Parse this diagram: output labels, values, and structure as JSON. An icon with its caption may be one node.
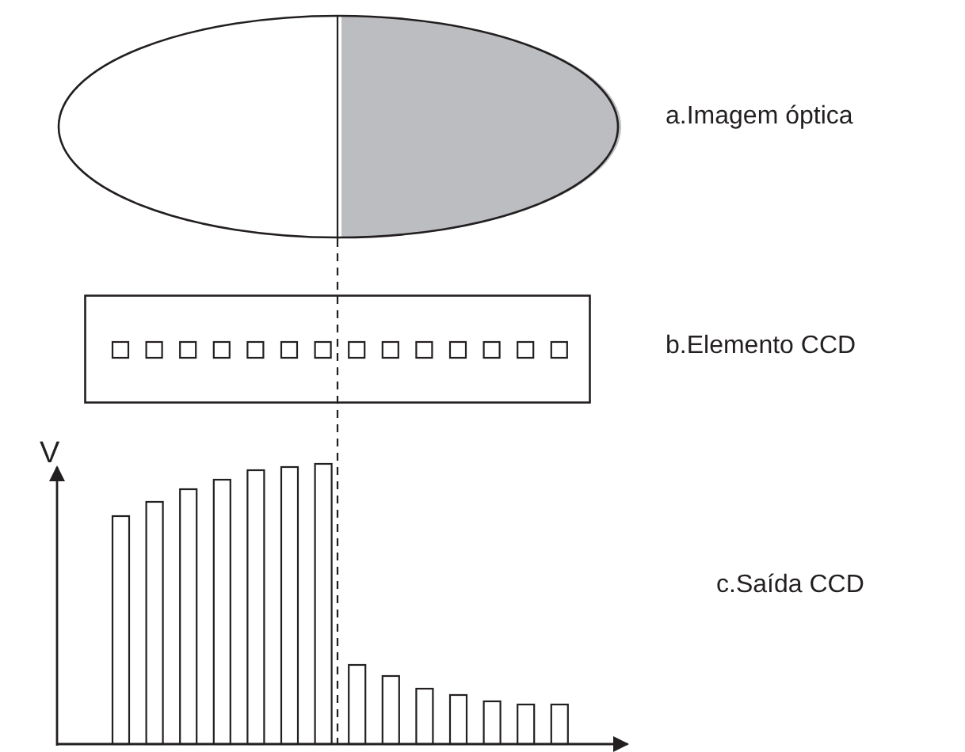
{
  "diagram": {
    "nodes": [
      {
        "text": [],
        "shape": "ellipse",
        "beside": [
          "a.Imagem óptica"
        ]
      },
      {
        "text": [],
        "shape": "box",
        "beside": [
          "b.Elemento CCD"
        ]
      }
    ],
    "labels": [
      "V",
      "c.Saída CCD"
    ]
  }
}
